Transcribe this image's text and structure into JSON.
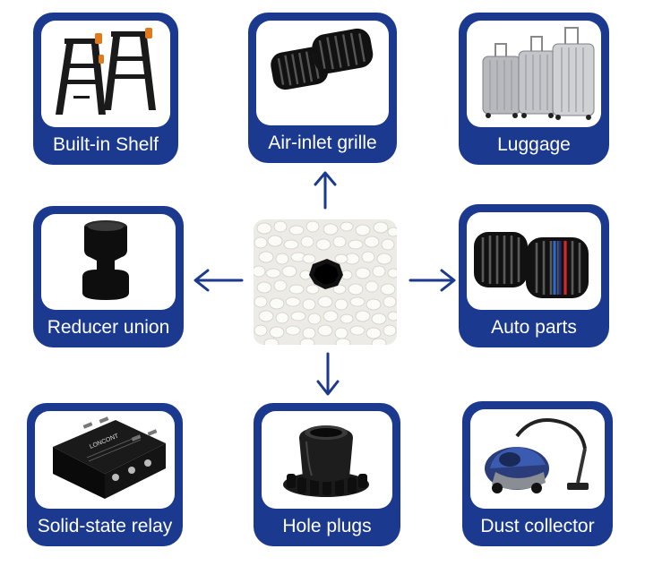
{
  "center": {
    "name": "plastic-pellets"
  },
  "cards": [
    {
      "key": "shelf",
      "label": "Built-in Shelf"
    },
    {
      "key": "grille",
      "label": "Air-inlet grille"
    },
    {
      "key": "luggage",
      "label": "Luggage"
    },
    {
      "key": "reducer",
      "label": "Reducer union"
    },
    {
      "key": "auto",
      "label": "Auto parts"
    },
    {
      "key": "relay",
      "label": "Solid-state relay",
      "relay_text": "LONCONT"
    },
    {
      "key": "plugs",
      "label": "Hole plugs"
    },
    {
      "key": "dust",
      "label": "Dust collector"
    }
  ],
  "colors": {
    "frame": "#1b3a8f",
    "arrow": "#1b3a8f",
    "bmw_stripes": [
      "#2a6bd1",
      "#1d2f7a",
      "#d62828"
    ]
  }
}
